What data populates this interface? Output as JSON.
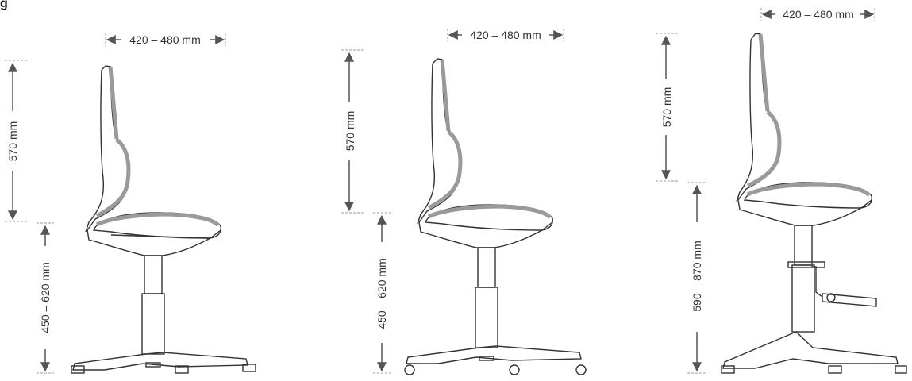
{
  "corner_label": "g",
  "variants": [
    {
      "id": "glides",
      "seat_depth": "420 – 480 mm",
      "backrest_height": "570 mm",
      "seat_height": "450 – 620 mm"
    },
    {
      "id": "castors",
      "seat_depth": "420 – 480 mm",
      "backrest_height": "570 mm",
      "seat_height": "450 – 620 mm"
    },
    {
      "id": "high",
      "seat_depth": "420 – 480 mm",
      "backrest_height": "570 mm",
      "seat_height": "590 – 870 mm"
    }
  ],
  "colors": {
    "line": "#333333",
    "cushion": "#9a9a9a",
    "guide": "#999999",
    "arrow": "#555555"
  }
}
